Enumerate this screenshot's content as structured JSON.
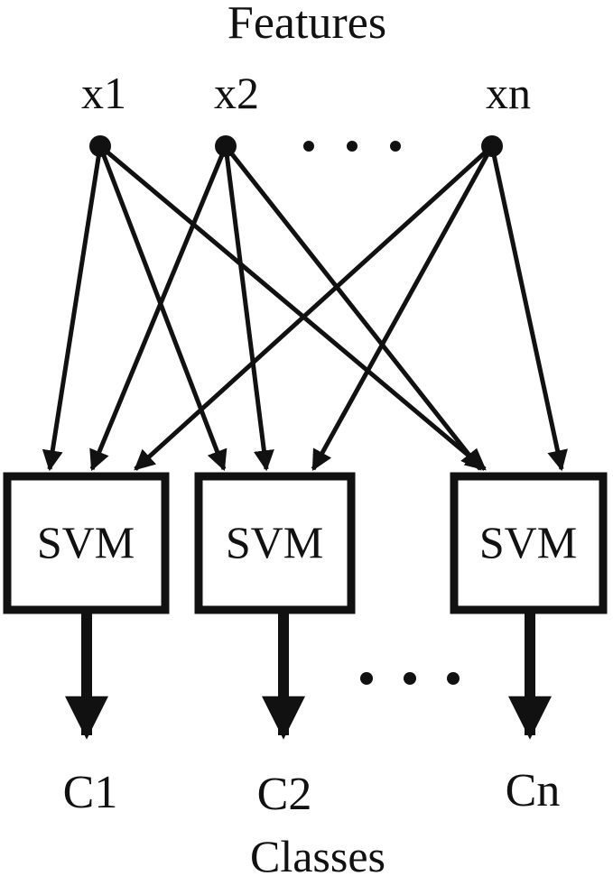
{
  "colors": {
    "ink": "#111111",
    "background": "#ffffff",
    "box_fill": "#ffffff"
  },
  "features": {
    "title": "Features",
    "nodes": [
      {
        "id": "f1",
        "label": "x1"
      },
      {
        "id": "f2",
        "label": "x2"
      },
      {
        "id": "fn",
        "label": "xn"
      }
    ],
    "ellipsis": "• • •"
  },
  "classifiers": [
    {
      "id": "s1",
      "label": "SVM"
    },
    {
      "id": "s2",
      "label": "SVM"
    },
    {
      "id": "sn",
      "label": "SVM"
    }
  ],
  "classifier_ellipsis": "• • •",
  "classes": {
    "title": "Classes",
    "items": [
      {
        "id": "c1",
        "label": "C1"
      },
      {
        "id": "c2",
        "label": "C2"
      },
      {
        "id": "cn",
        "label": "Cn"
      }
    ]
  },
  "edges": [
    {
      "from": "f1",
      "to": "s1"
    },
    {
      "from": "f1",
      "to": "s2"
    },
    {
      "from": "f1",
      "to": "sn"
    },
    {
      "from": "f2",
      "to": "s1"
    },
    {
      "from": "f2",
      "to": "s2"
    },
    {
      "from": "f2",
      "to": "sn"
    },
    {
      "from": "fn",
      "to": "s1"
    },
    {
      "from": "fn",
      "to": "s2"
    },
    {
      "from": "fn",
      "to": "sn"
    }
  ],
  "outputs": [
    {
      "from": "s1",
      "to": "c1"
    },
    {
      "from": "s2",
      "to": "c2"
    },
    {
      "from": "sn",
      "to": "cn"
    }
  ]
}
